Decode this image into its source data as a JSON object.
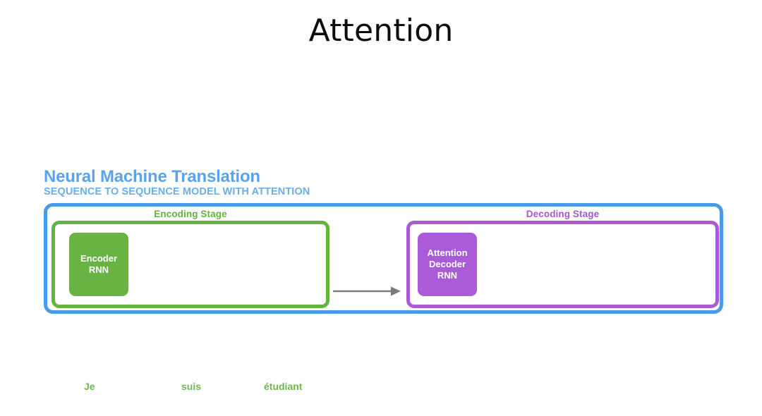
{
  "slide": {
    "title": "Attention"
  },
  "figure": {
    "heading": "Neural Machine Translation",
    "subheading": "SEQUENCE TO SEQUENCE MODEL WITH ATTENTION",
    "stages": [
      {
        "id": "encoding",
        "label": "Encoding Stage",
        "color": "#64b43d",
        "block": {
          "lines": [
            "Encoder",
            "RNN"
          ],
          "color": "#69b342"
        }
      },
      {
        "id": "decoding",
        "label": "Decoding Stage",
        "color": "#a85bd4",
        "block": {
          "lines": [
            "Attention",
            "Decoder",
            "RNN"
          ],
          "color": "#a95bd8"
        }
      }
    ],
    "connector": {
      "icon": "right-arrow-icon",
      "color": "#7a7a7a"
    },
    "outer_border_color": "#4a9ae8"
  },
  "source_words": [
    "Je",
    "suis",
    "étudiant"
  ],
  "colors": {
    "blue": "#4a9ae8",
    "heading_blue": "#5ba3e8",
    "green": "#64b43d",
    "purple": "#a85bd4",
    "word_green": "#6db84a",
    "title_black": "#0d0d0d"
  }
}
